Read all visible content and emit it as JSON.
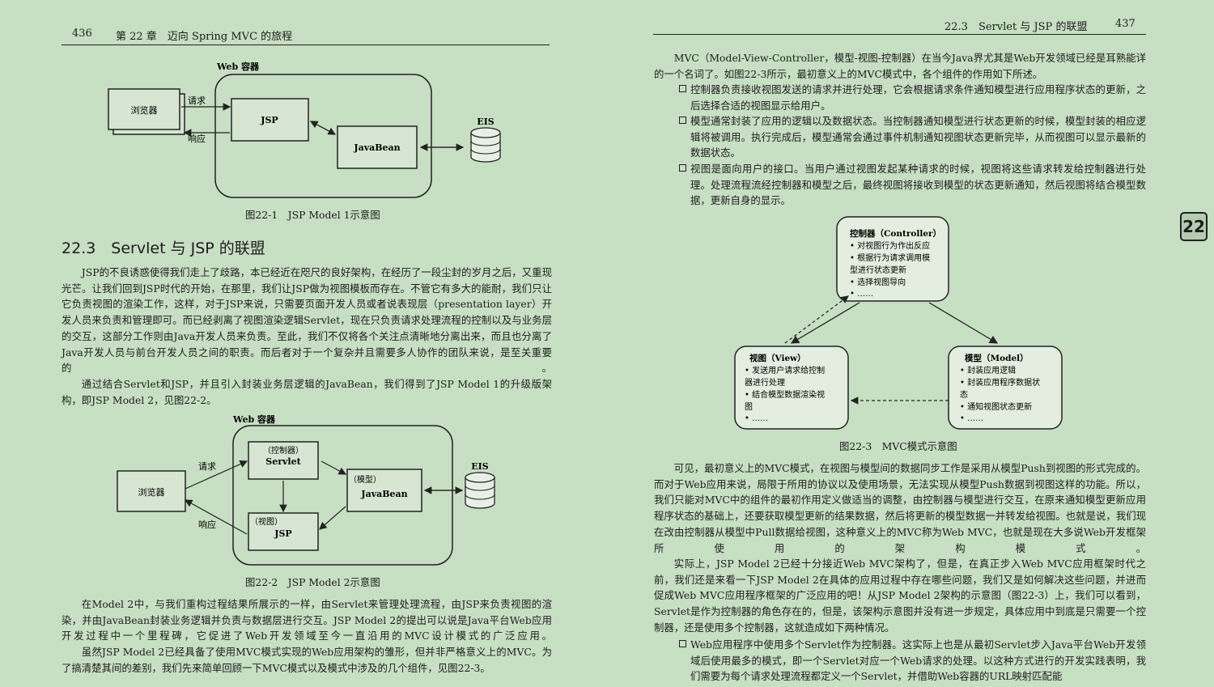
{
  "left": {
    "page_number": "436",
    "chapter": "第 22 章　迈向 Spring MVC 的旅程",
    "fig1": {
      "container": "Web 容器",
      "browser": "浏览器",
      "request": "请求",
      "response": "响应",
      "jsp": "JSP",
      "javabean": "JavaBean",
      "eis": "EIS",
      "caption": "图22-1　JSP Model 1示意图"
    },
    "section_title": "22.3　Servlet 与 JSP 的联盟",
    "para1": "JSP的不良诱惑使得我们走上了歧路，本已经近在咫尺的良好架构，在经历了一段尘封的岁月之后，又重现光芒。让我们回到JSP时代的开始，在那里，我们让JSP做为视图模板而存在。不管它有多大的能耐，我们只让它负责视图的渲染工作，这样，对于JSP来说，只需要页面开发人员或者说表现层（presentation layer）开发人员来负责和管理即可。而已经剥离了视图渲染逻辑Servlet，现在只负责请求处理流程的控制以及与业务层的交互，这部分工作则由Java开发人员来负责。至此，我们不仅将各个关注点清晰地分离出来，而且也分离了Java开发人员与前台开发人员之间的职责。而后者对于一个复杂并且需要多人协作的团队来说，是至关重要的。",
    "para2": "通过结合Servlet和JSP，并且引入封装业务层逻辑的JavaBean，我们得到了JSP Model 1的升级版架构，即JSP Model 2，见图22-2。",
    "fig2": {
      "container": "Web 容器",
      "browser": "浏览器",
      "request": "请求",
      "response": "响应",
      "controller": "（控制器）",
      "servlet": "Servlet",
      "model": "（模型）",
      "javabean": "JavaBean",
      "view": "（视图）",
      "jsp": "JSP",
      "eis": "EIS",
      "caption": "图22-2　JSP Model 2示意图"
    },
    "para3": "在Model 2中，与我们重构过程结果所展示的一样，由Servlet来管理处理流程，由JSP来负责视图的渲染，并由JavaBean封装业务逻辑并负责与数据层进行交互。JSP Model 2的提出可以说是Java平台Web应用开发过程中一个里程碑，它促进了Web开发领域至今一直沿用的MVC设计模式的广泛应用。",
    "para4": "虽然JSP Model 2已经具备了使用MVC模式实现的Web应用架构的雏形，但并非严格意义上的MVC。为了搞清楚其间的差别，我们先来简单回顾一下MVC模式以及模式中涉及的几个组件，见图22-3。"
  },
  "right": {
    "page_number": "437",
    "section_header": "22.3　Servlet 与 JSP 的联盟",
    "intro": "MVC（Model-View-Controller，模型-视图-控制器）在当今Java界尤其是Web开发领域已经是耳熟能详的一个名词了。如图22-3所示，最初意义上的MVC模式中，各个组件的作用如下所述。",
    "bullets": [
      "控制器负责接收视图发送的请求并进行处理，它会根据请求条件通知模型进行应用程序状态的更新，之后选择合适的视图显示给用户。",
      "模型通常封装了应用的逻辑以及数据状态。当控制器通知模型进行状态更新的时候，模型封装的相应逻辑将被调用。执行完成后，模型通常会通过事件机制通知视图状态更新完毕，从而视图可以显示最新的数据状态。",
      "视图是面向用户的接口。当用户通过视图发起某种请求的时候，视图将这些请求转发给控制器进行处理。处理流程流经控制器和模型之后，最终视图将接收到模型的状态更新通知，然后视图将结合模型数据，更新自身的显示。"
    ],
    "chapter_tab": "22",
    "fig3": {
      "controller_title": "控制器（Controller）",
      "controller_items": [
        "• 对视图行为作出反应",
        "• 根据行为请求调用模",
        "  型进行状态更新",
        "• 选择视图导向",
        "• ……"
      ],
      "view_title": "视图（View）",
      "view_items": [
        "• 发送用户请求给控制",
        "  器进行处理",
        "• 结合模型数据渲染视",
        "  图",
        "• ……"
      ],
      "model_title": "模型（Model）",
      "model_items": [
        "• 封装应用逻辑",
        "• 封装应用程序数据状",
        "  态",
        "• 通知视图状态更新",
        "• ……"
      ],
      "caption": "图22-3　MVC模式示意图"
    },
    "para1": "可见，最初意义上的MVC模式，在视图与模型间的数据同步工作是采用从模型Push到视图的形式完成的。而对于Web应用来说，局限于所用的协议以及使用场景，无法实现从模型Push数据到视图这样的功能。所以，我们只能对MVC中的组件的最初作用定义做适当的调整，由控制器与模型进行交互，在原来通知模型更新应用程序状态的基础上，还要获取模型更新的结果数据，然后将更新的模型数据一并转发给视图。也就是说，我们现在改由控制器从模型中Pull数据给视图，这种意义上的MVC称为Web MVC，也就是现在大多说Web开发框架所使用的架构模式。",
    "para2": "实际上，JSP Model 2已经十分接近Web MVC架构了，但是，在真正步入Web MVC应用框架时代之前，我们还是来看一下JSP Model 2在具体的应用过程中存在哪些问题，我们又是如何解决这些问题，并进而促成Web MVC应用程序框架的广泛应用的吧！从JSP Model 2架构的示意图（图22-3）上，我们可以看到，Servlet是作为控制器的角色存在的，但是，该架构示意图并没有进一步规定，具体应用中到底是只需要一个控制器，还是使用多个控制器，这就造成如下两种情况。",
    "bullet_last": "Web应用程序中使用多个Servlet作为控制器。这实际上也是从最初Servlet步入Java平台Web开发领域后使用最多的模式，即一个Servlet对应一个Web请求的处理。以这种方式进行的开发实践表明，我们需要为每个请求处理流程都定义一个Servlet，并借助Web容器的URL映射匹配能"
  }
}
